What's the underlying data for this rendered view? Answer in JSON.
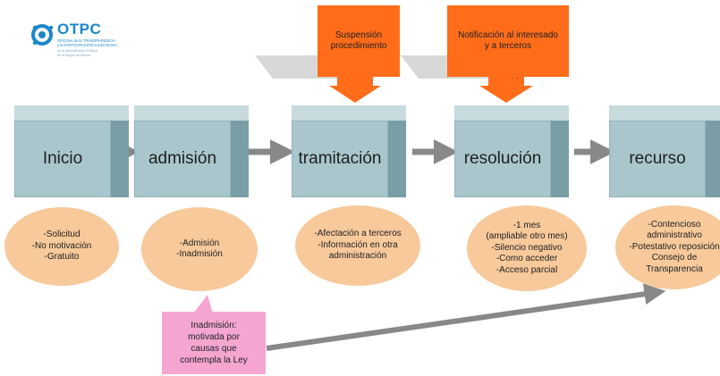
{
  "logo": {
    "name": "OTPC",
    "subtitle": [
      "OFICINA de la TRANSPARENCIA",
      "y la PARTICIPACIÓN CIUDADANA"
    ],
    "subtitle_small": [
      "de la Administración Pública",
      "de la Región de Murcia"
    ],
    "color": "#1b87c9"
  },
  "stages": [
    {
      "label": "Inicio"
    },
    {
      "label": "admisión"
    },
    {
      "label": "tramitación"
    },
    {
      "label": "resolución"
    },
    {
      "label": "recurso"
    }
  ],
  "details": [
    {
      "lines": [
        "-Solicitud",
        "-No motivación",
        "-Gratuito"
      ]
    },
    {
      "lines": [
        "-Admisión",
        "-Inadmisión"
      ]
    },
    {
      "lines": [
        "-Afectación a terceros",
        "-Información en otra",
        "administración"
      ]
    },
    {
      "lines": [
        "-1 mes",
        "(ampliable otro mes)",
        "-Silencio negativo",
        "-Como acceder",
        "-Acceso parcial"
      ]
    },
    {
      "lines": [
        "-Contencioso",
        "administrativo",
        "-Potestativo reposición",
        "Consejo de",
        "Transparencia"
      ]
    }
  ],
  "callouts": [
    {
      "lines": [
        "Suspensión",
        "procedimiento"
      ]
    },
    {
      "lines": [
        "Notificación al interesado",
        "y a terceros"
      ]
    }
  ],
  "note": {
    "lines": [
      "Inadmisión:",
      "motivada por",
      "causas que",
      "contempla la Ley"
    ]
  },
  "colors": {
    "box_front": "#a8c6cc",
    "box_side": "#7a9ea5",
    "box_top": "#c7dbde",
    "oval": "#f7c99b",
    "callout": "#ff6d1b",
    "note": "#f4a6d1",
    "arrow": "#888888",
    "shadow": "#d8d8d8"
  }
}
